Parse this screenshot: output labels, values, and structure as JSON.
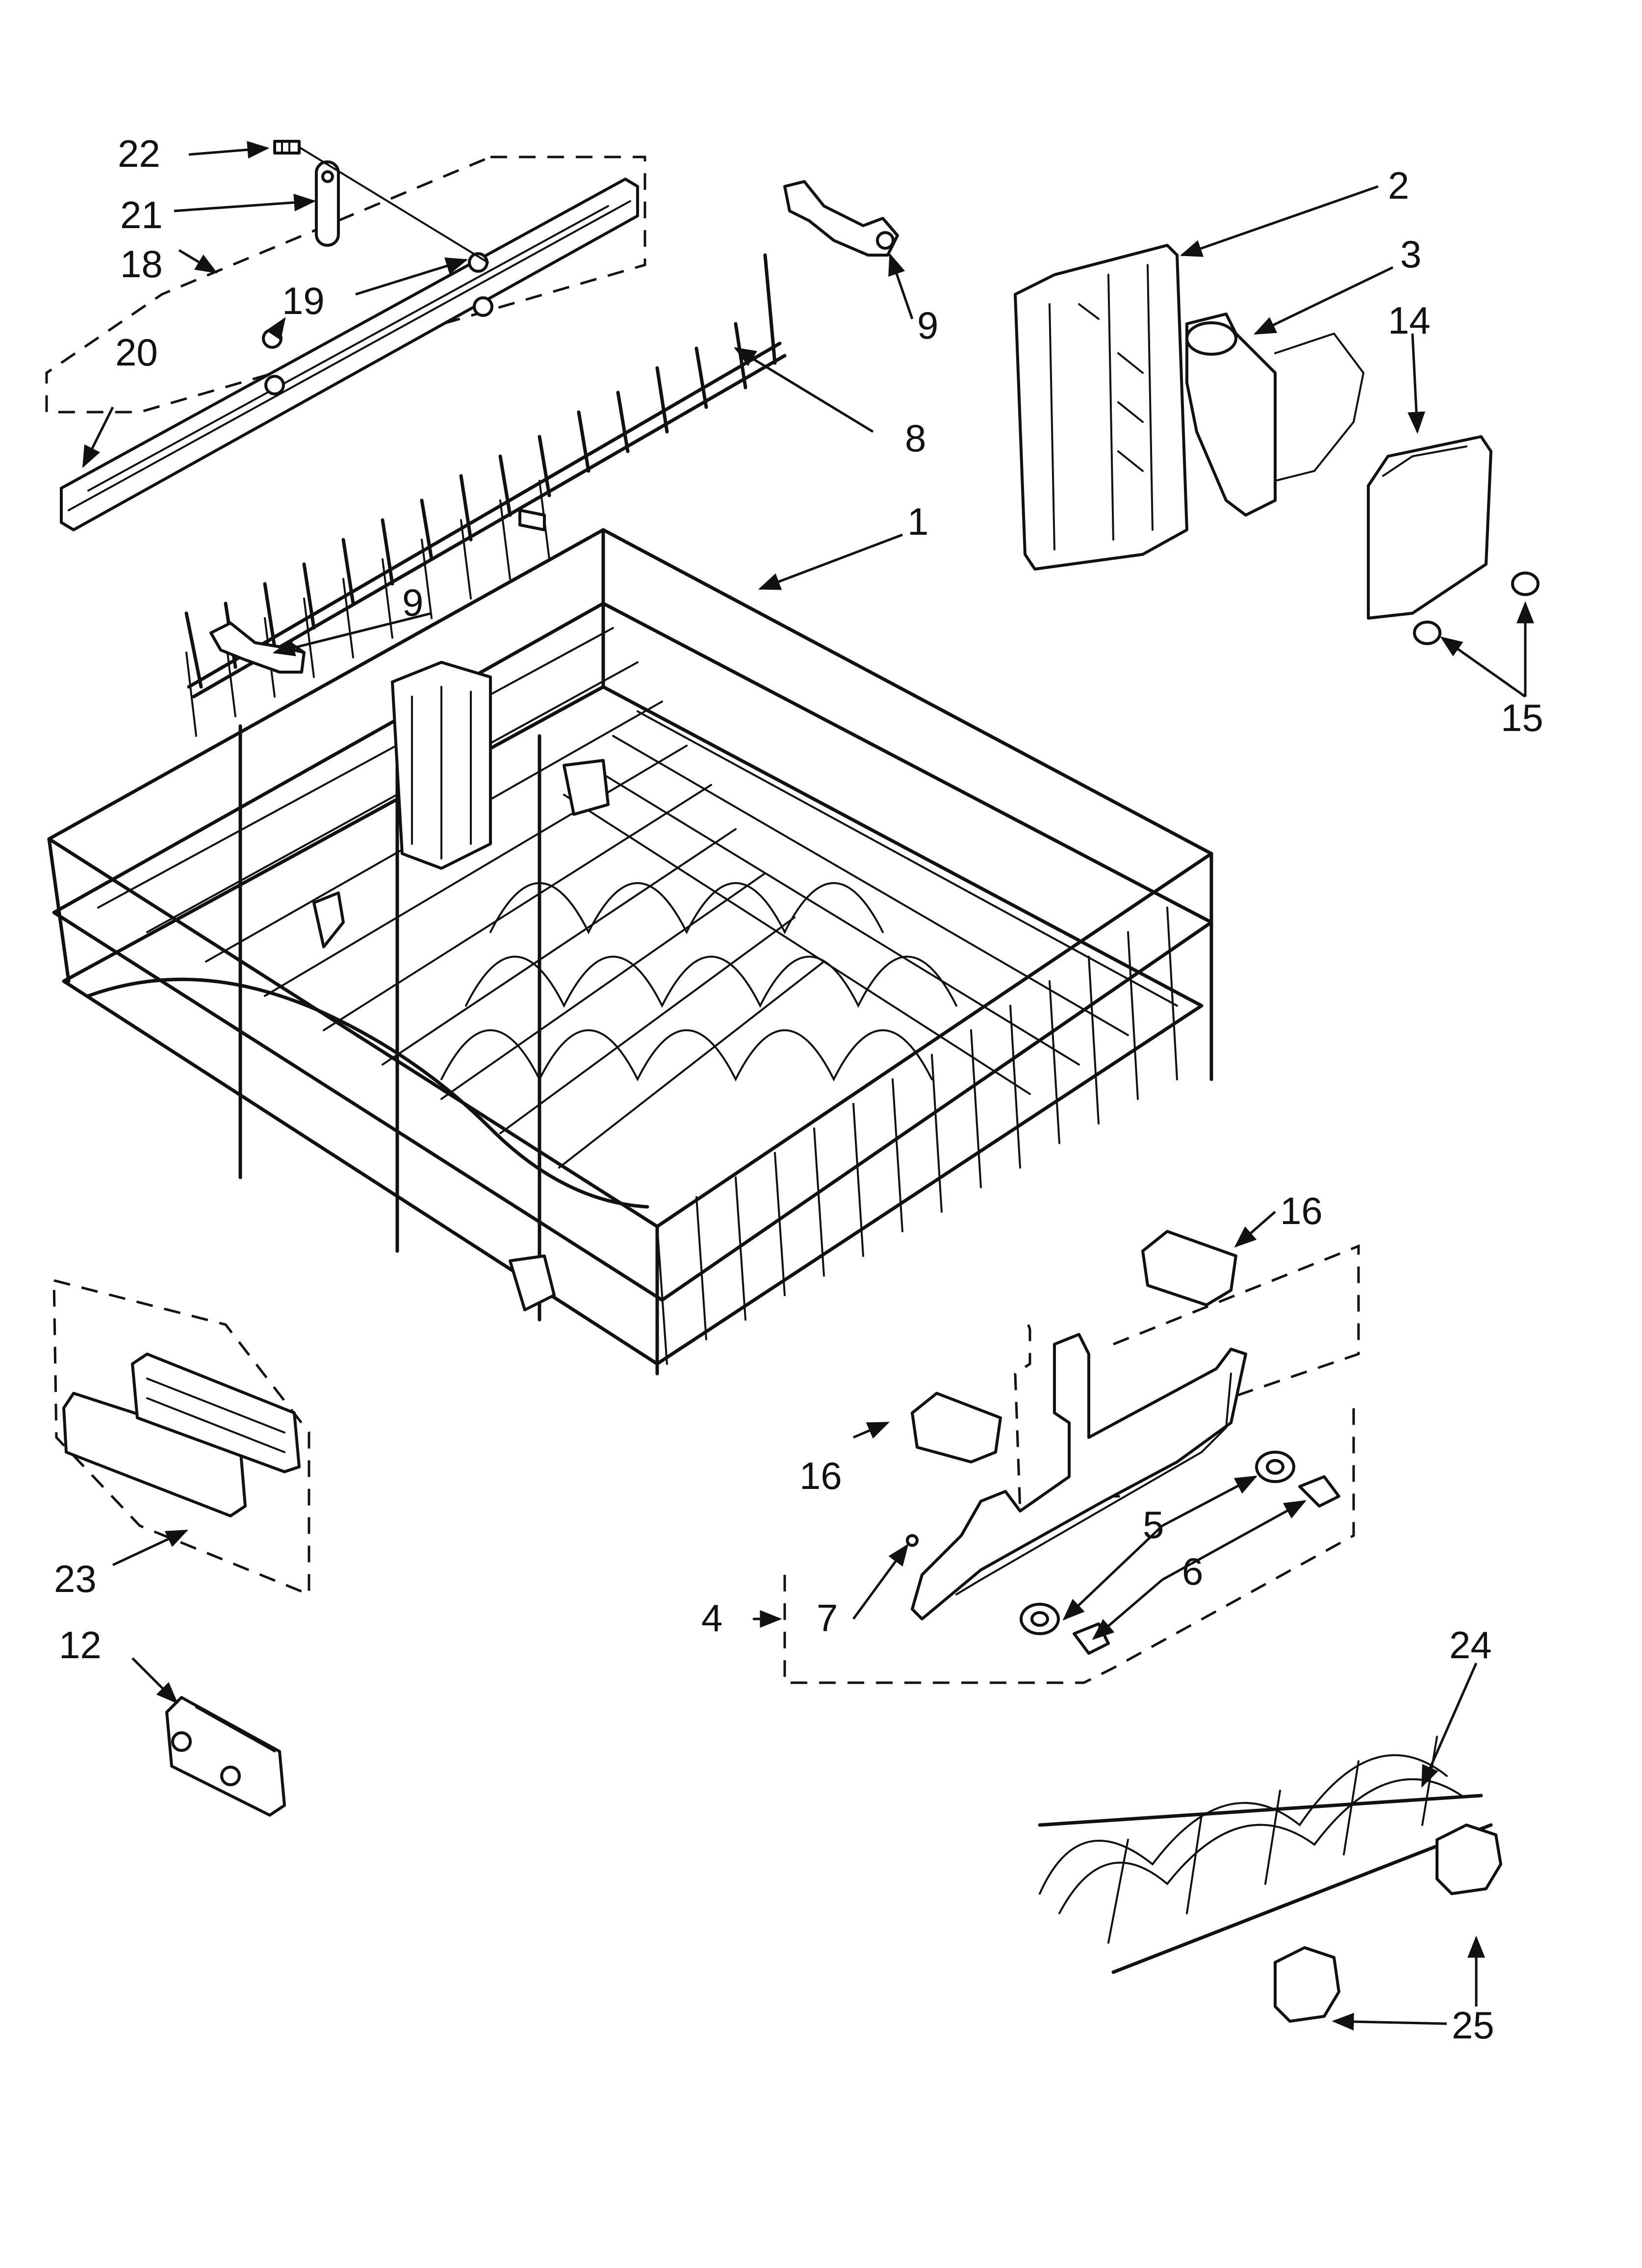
{
  "diagram": {
    "callouts": [
      {
        "id": "c22",
        "text": "22"
      },
      {
        "id": "c21",
        "text": "21"
      },
      {
        "id": "c18",
        "text": "18"
      },
      {
        "id": "c19",
        "text": "19"
      },
      {
        "id": "c20",
        "text": "20"
      },
      {
        "id": "c9a",
        "text": "9"
      },
      {
        "id": "c8",
        "text": "8"
      },
      {
        "id": "c1",
        "text": "1"
      },
      {
        "id": "c9b",
        "text": "9"
      },
      {
        "id": "c2",
        "text": "2"
      },
      {
        "id": "c3",
        "text": "3"
      },
      {
        "id": "c14",
        "text": "14"
      },
      {
        "id": "c15",
        "text": "15"
      },
      {
        "id": "c16a",
        "text": "16"
      },
      {
        "id": "c16b",
        "text": "16"
      },
      {
        "id": "c5",
        "text": "5"
      },
      {
        "id": "c6",
        "text": "6"
      },
      {
        "id": "c4",
        "text": "4"
      },
      {
        "id": "c7",
        "text": "7"
      },
      {
        "id": "c23",
        "text": "23"
      },
      {
        "id": "c12",
        "text": "12"
      },
      {
        "id": "c24",
        "text": "24"
      },
      {
        "id": "c25",
        "text": "25"
      }
    ]
  }
}
